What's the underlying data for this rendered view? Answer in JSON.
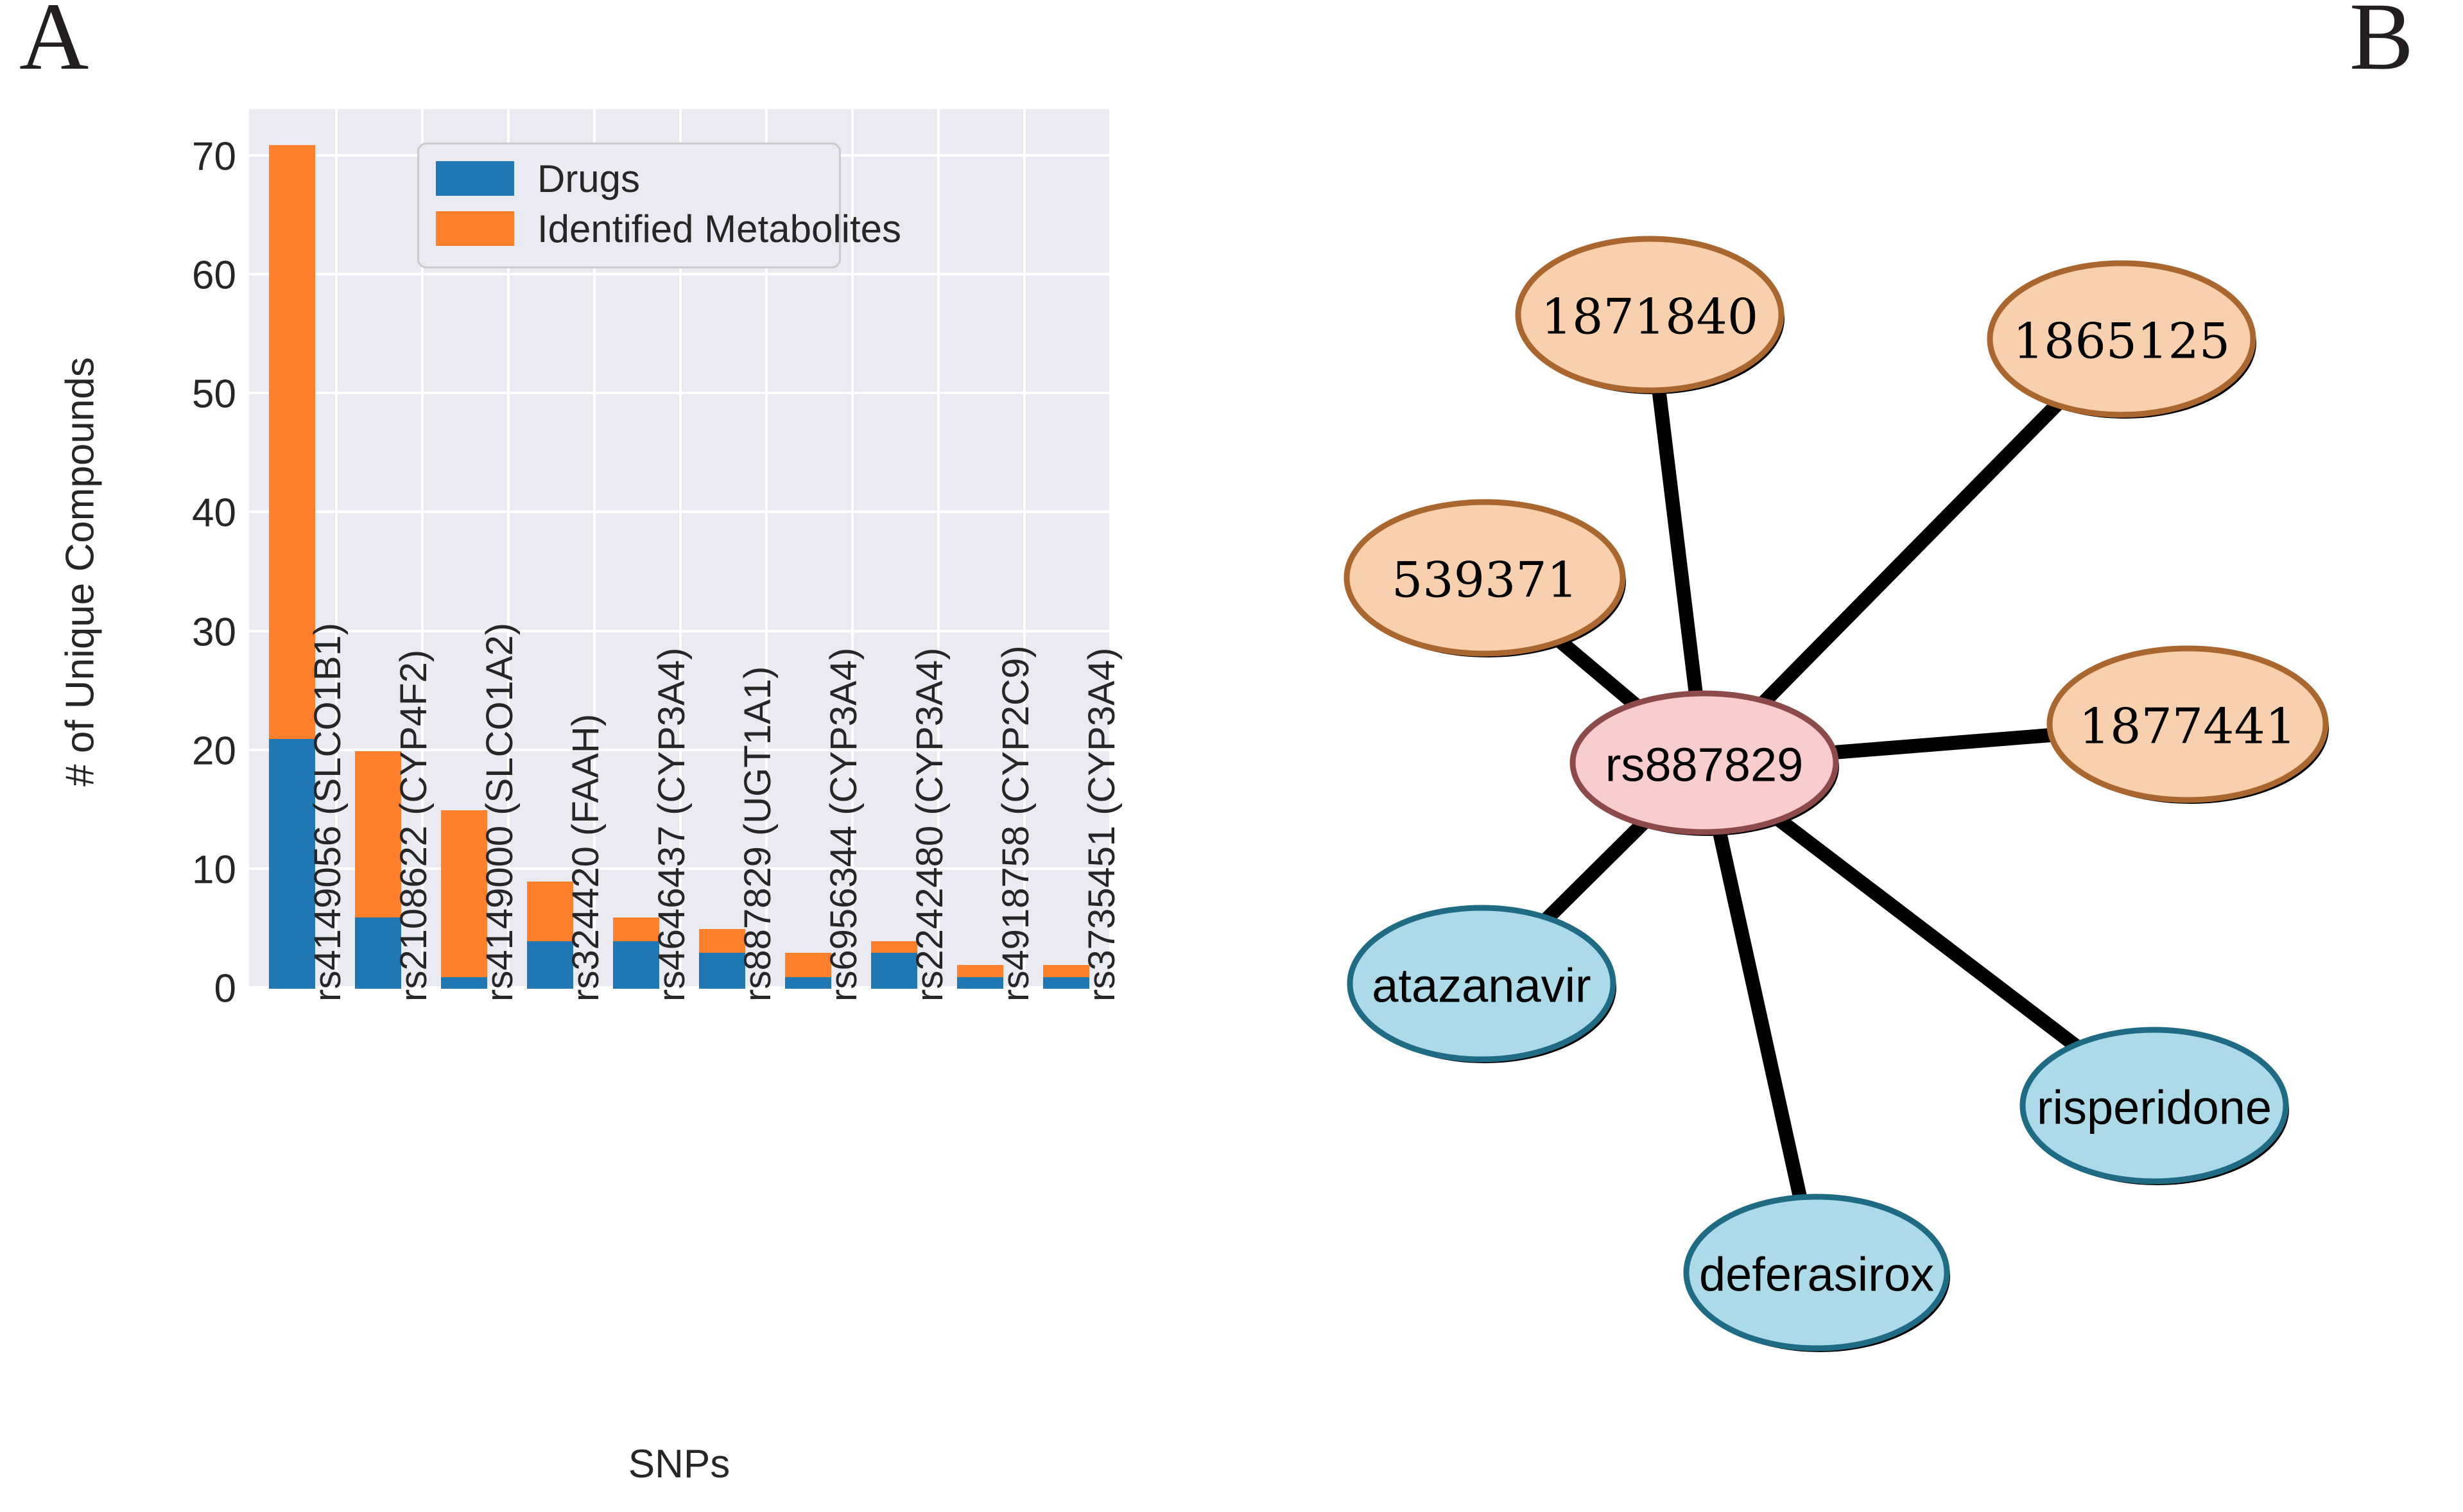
{
  "panels": {
    "a_label": "A",
    "b_label": "B"
  },
  "chart_data": {
    "type": "bar",
    "subtype": "stacked-vertical",
    "title": "",
    "xlabel": "SNPs",
    "ylabel": "# of Unique Compounds",
    "ylim": [
      0,
      74
    ],
    "yticks": [
      0,
      10,
      20,
      30,
      40,
      50,
      60,
      70
    ],
    "ytick_labels": [
      "0",
      "10",
      "20",
      "30",
      "40",
      "50",
      "60",
      "70"
    ],
    "grid": true,
    "legend_position": "upper right",
    "categories": [
      "rs4149056 (SLCO1B1)",
      "rs2108622 (CYP4F2)",
      "rs4149000 (SLCO1A2)",
      "rs324420 (FAAH)",
      "rs4646437 (CYP3A4)",
      "rs887829 (UGT1A1)",
      "rs6956344 (CYP3A4)",
      "rs2242480 (CYP3A4)",
      "rs4918758 (CYP2C9)",
      "rs3735451 (CYP3A4)"
    ],
    "series": [
      {
        "name": "Drugs",
        "color": "#1f77b4",
        "values": [
          21,
          6,
          1,
          4,
          4,
          3,
          1,
          3,
          1,
          1
        ]
      },
      {
        "name": "Identified Metabolites",
        "color": "#ff7f2b",
        "values": [
          50,
          14,
          14,
          5,
          2,
          2,
          2,
          1,
          1,
          1
        ]
      }
    ],
    "totals": [
      71,
      20,
      15,
      9,
      6,
      5,
      3,
      4,
      2,
      2
    ],
    "plot_background": "#eaeaf2",
    "grid_color": "#ffffff"
  },
  "legend": {
    "items": [
      {
        "label": "Drugs",
        "color": "#1f77b4"
      },
      {
        "label": "Identified Metabolites",
        "color": "#ff7f2b"
      }
    ]
  },
  "network": {
    "center": {
      "id": "rs887829",
      "label": "rs887829",
      "fill": "#f9cdcd",
      "stroke": "#8d4a4a",
      "font": "sans"
    },
    "nodes": [
      {
        "id": "1871840",
        "label": "1871840",
        "type": "metabolite",
        "fill": "#f8d0ad",
        "stroke": "#a9662f",
        "font": "serif"
      },
      {
        "id": "1865125",
        "label": "1865125",
        "type": "metabolite",
        "fill": "#f8d0ad",
        "stroke": "#a9662f",
        "font": "serif"
      },
      {
        "id": "539371",
        "label": "539371",
        "type": "metabolite",
        "fill": "#f8d0ad",
        "stroke": "#a9662f",
        "font": "serif"
      },
      {
        "id": "1877441",
        "label": "1877441",
        "type": "metabolite",
        "fill": "#f8d0ad",
        "stroke": "#a9662f",
        "font": "serif"
      },
      {
        "id": "atazanavir",
        "label": "atazanavir",
        "type": "drug",
        "fill": "#addae9",
        "stroke": "#1f6b84",
        "font": "sans"
      },
      {
        "id": "deferasirox",
        "label": "deferasirox",
        "type": "drug",
        "fill": "#addae9",
        "stroke": "#1f6b84",
        "font": "sans"
      },
      {
        "id": "risperidone",
        "label": "risperidone",
        "type": "drug",
        "fill": "#addae9",
        "stroke": "#1f6b84",
        "font": "sans"
      }
    ],
    "edges": [
      {
        "from": "rs887829",
        "to": "1871840"
      },
      {
        "from": "rs887829",
        "to": "1865125"
      },
      {
        "from": "rs887829",
        "to": "539371"
      },
      {
        "from": "rs887829",
        "to": "1877441"
      },
      {
        "from": "rs887829",
        "to": "atazanavir"
      },
      {
        "from": "rs887829",
        "to": "deferasirox"
      },
      {
        "from": "rs887829",
        "to": "risperidone"
      }
    ],
    "edge_color": "#000000"
  }
}
